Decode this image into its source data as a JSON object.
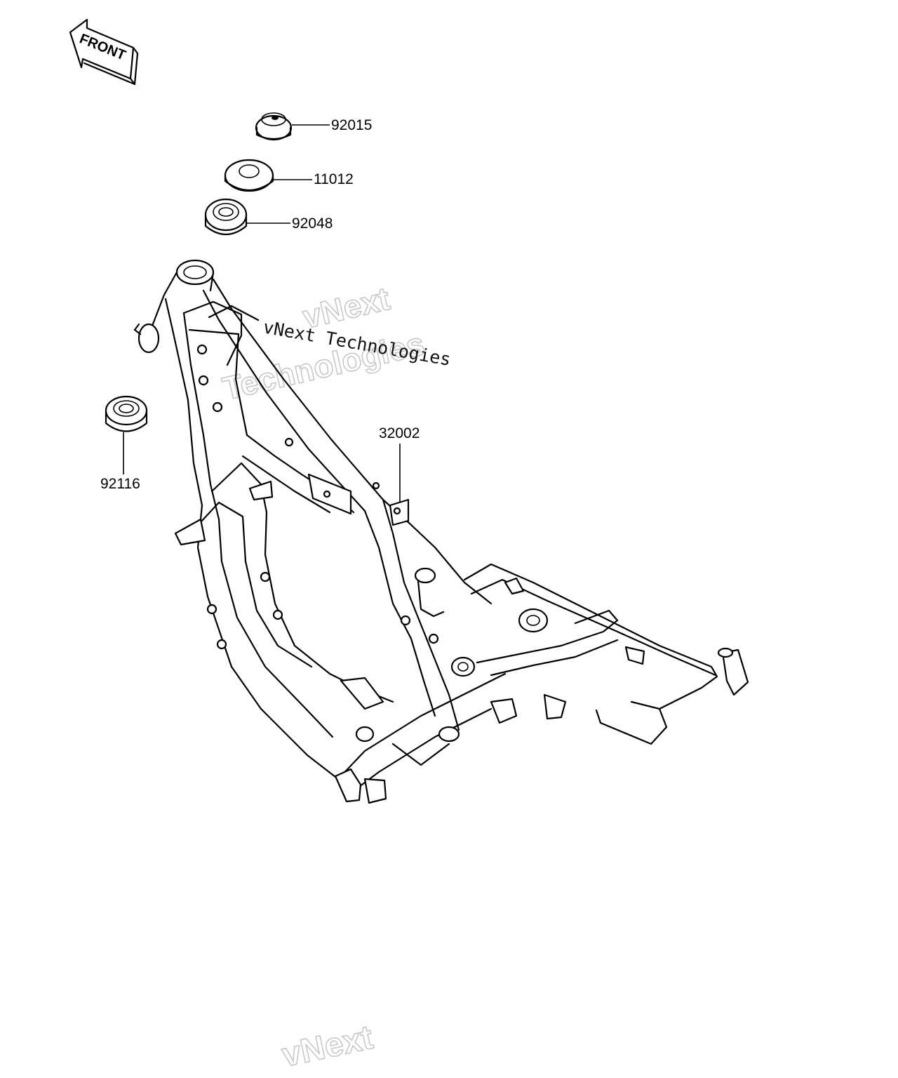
{
  "front_arrow": {
    "label": "FRONT"
  },
  "parts": {
    "nut": "92015",
    "washer": "11012",
    "bearing_upper": "92048",
    "bearing_lower": "92116",
    "frame": "32002"
  },
  "watermarks": {
    "brand_line1": "vNext",
    "brand_line2": "Technologies",
    "brand_full": "vNext Technologies",
    "footer": "vNext"
  }
}
